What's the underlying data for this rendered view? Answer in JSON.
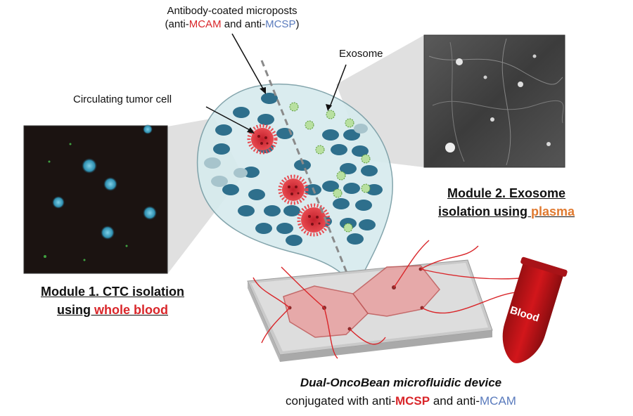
{
  "labels": {
    "microposts_line1": "Antibody-coated microposts",
    "microposts_line2_prefix": "(anti-",
    "microposts_line2_mcam": "MCAM",
    "microposts_line2_mid": " and anti-",
    "microposts_line2_mcsp": "MCSP",
    "microposts_line2_suffix": ")",
    "ctc": "Circulating tumor cell",
    "exosome": "Exosome"
  },
  "module1": {
    "line1": "Module 1. CTC isolation",
    "line2_prefix": "using ",
    "line2_highlight": "whole blood"
  },
  "module2": {
    "line1": "Module 2. Exosome",
    "line2_prefix": "isolation using ",
    "line2_highlight": "plasma"
  },
  "device": {
    "title": "Dual-OncoBean microfluidic device",
    "sub_prefix": "conjugated with anti-",
    "sub_mcsp": "MCSP",
    "sub_mid": " and anti-",
    "sub_mcam": "MCAM"
  },
  "tube": {
    "label": "Blood"
  },
  "colors": {
    "accent_red": "#d9262a",
    "accent_blue": "#5a7bbd",
    "accent_orange": "#e07a30",
    "micropost": "#2e6f8c",
    "chamber": "#e8a0a0"
  }
}
